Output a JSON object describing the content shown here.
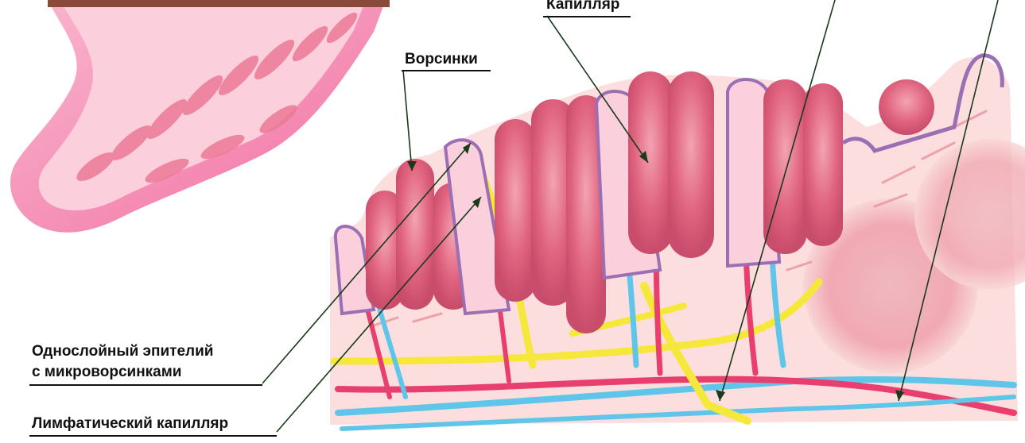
{
  "labels": {
    "capillary": "Капилляр",
    "villi": "Ворсинки",
    "epithelium_line1": "Однослойный эпителий",
    "epithelium_line2": "с микроворсинками",
    "lymphatic_capillary": "Лимфатический капилляр"
  },
  "colors": {
    "tissue_pink": "#f8d7d6",
    "villus_red": "#e25a78",
    "epithelium_purple": "#9b6fb3",
    "blood_vessel_red": "#e83f6f",
    "vein_blue": "#5fc6ea",
    "lymph_yellow": "#f6e83a",
    "intestine_wall_pink": "#f0609a"
  }
}
